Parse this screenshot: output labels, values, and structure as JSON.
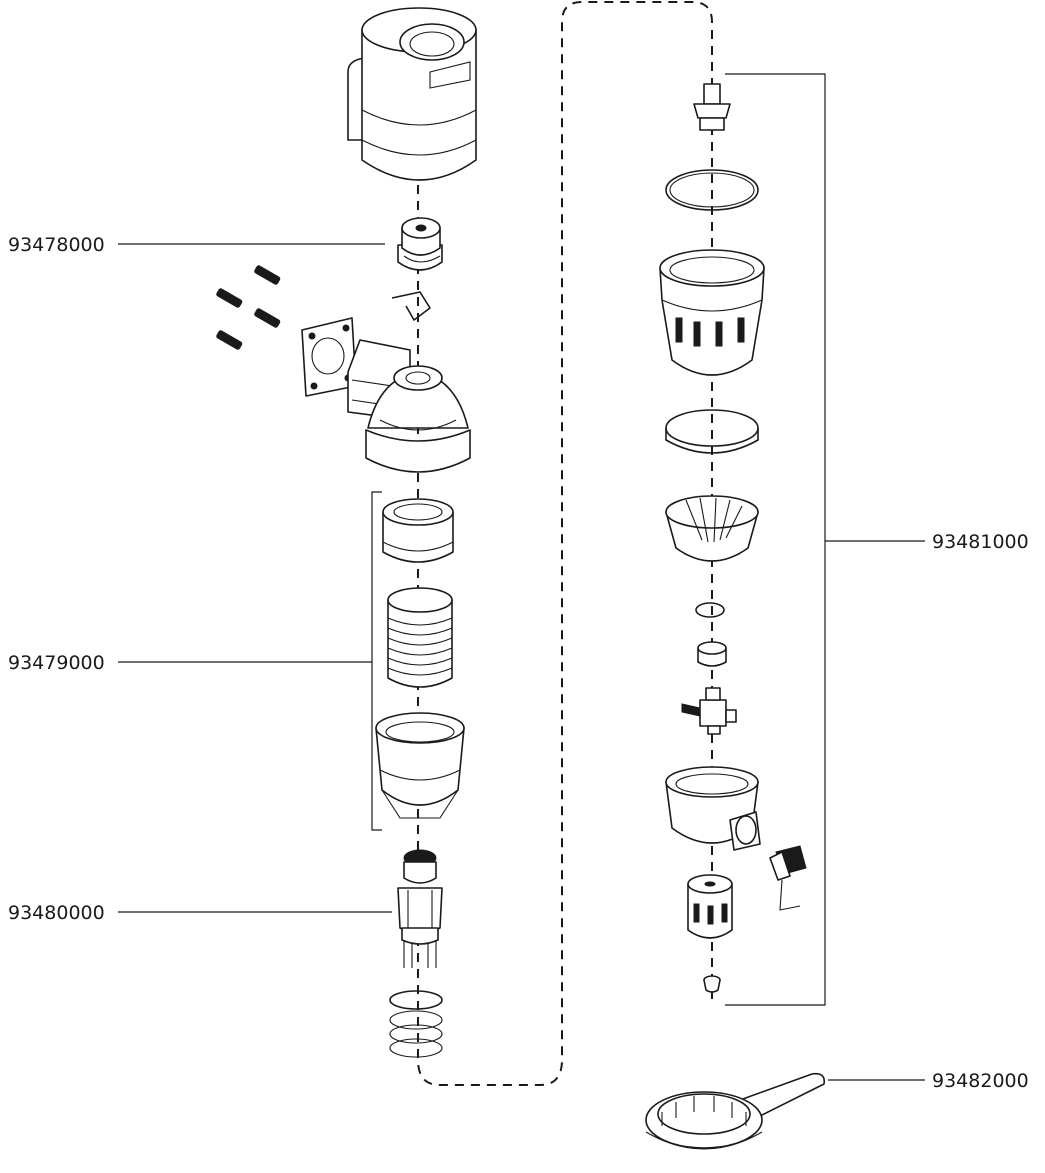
{
  "callouts": {
    "gauge": "93478000",
    "filter_cartridge": "93479000",
    "check_valve": "93480000",
    "bowl_assembly": "93481000",
    "wrench": "93482000"
  }
}
